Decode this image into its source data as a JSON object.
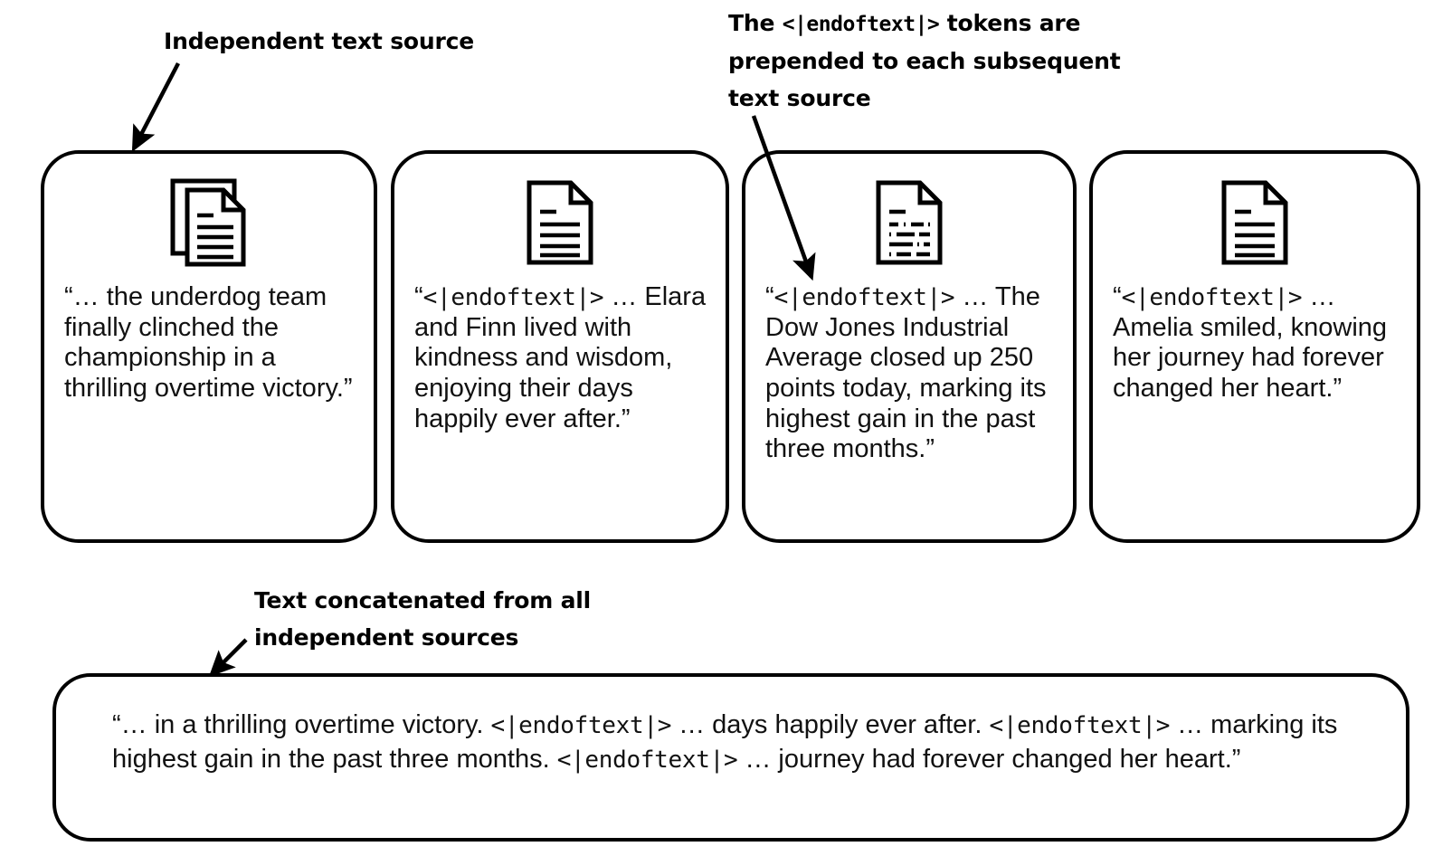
{
  "annotations": {
    "independent_source": "Independent text source",
    "eot_prepended_prefix": "The ",
    "eot_token": "<|endoftext|>",
    "eot_prepended_suffix": " tokens are prepended to each subsequent text source",
    "concatenated": "Text concatenated from all independent sources"
  },
  "cards": [
    {
      "icon": "documents-stack-icon",
      "has_eot_prefix": false,
      "eot_token": "",
      "text": "“… the underdog team finally clinched the championship in a thrilling overtime victory.”"
    },
    {
      "icon": "document-lines-icon",
      "has_eot_prefix": true,
      "open_quote": "“",
      "eot_token": "<|endoftext|>",
      "text": " … Elara and Finn lived with kindness and wisdom, enjoying their days happily ever after.”"
    },
    {
      "icon": "document-dashed-lines-icon",
      "has_eot_prefix": true,
      "open_quote": "“",
      "eot_token": "<|endoftext|>",
      "text": " … The Dow Jones Industrial Average closed up 250 points today, marking its highest gain in the past three months.”"
    },
    {
      "icon": "document-lines-icon",
      "has_eot_prefix": true,
      "open_quote": "“",
      "eot_token": "<|endoftext|>",
      "text": " … Amelia smiled, knowing her journey had forever changed her heart.”"
    }
  ],
  "concatenated_bar": {
    "segments": [
      {
        "kind": "text",
        "value": "“… in a thrilling overtime victory. "
      },
      {
        "kind": "token",
        "value": "<|endoftext|>"
      },
      {
        "kind": "text",
        "value": " … days happily ever after. "
      },
      {
        "kind": "token",
        "value": "<|endoftext|>"
      },
      {
        "kind": "text",
        "value": " … marking its highest gain in the past three months. "
      },
      {
        "kind": "token",
        "value": "<|endoftext|>"
      },
      {
        "kind": "text",
        "value": " … journey had forever changed her heart.”"
      }
    ]
  },
  "colors": {
    "stroke": "#000000",
    "background": "#ffffff",
    "text": "#111111"
  }
}
